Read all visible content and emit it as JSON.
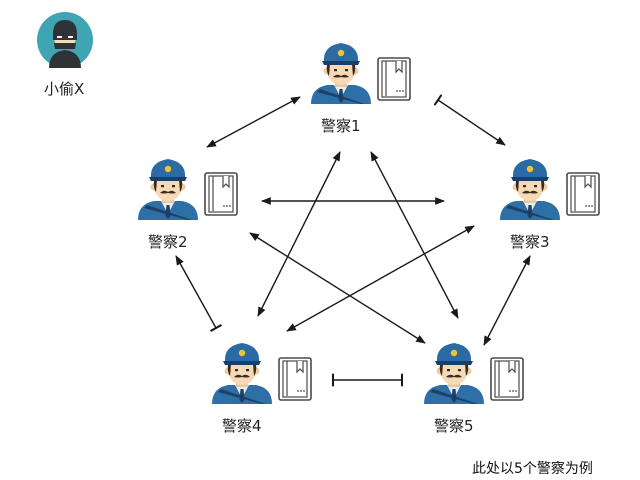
{
  "thief": {
    "label": "小偷X",
    "icon": "thief-icon"
  },
  "police": [
    {
      "id": 1,
      "label": "警察1",
      "icon": "police-officer-icon",
      "book_icon": "ledger-book-icon"
    },
    {
      "id": 2,
      "label": "警察2",
      "icon": "police-officer-icon",
      "book_icon": "ledger-book-icon"
    },
    {
      "id": 3,
      "label": "警察3",
      "icon": "police-officer-icon",
      "book_icon": "ledger-book-icon"
    },
    {
      "id": 4,
      "label": "警察4",
      "icon": "police-officer-icon",
      "book_icon": "ledger-book-icon"
    },
    {
      "id": 5,
      "label": "警察5",
      "icon": "police-officer-icon",
      "book_icon": "ledger-book-icon"
    }
  ],
  "connections": [
    [
      "警察1",
      "警察2"
    ],
    [
      "警察1",
      "警察3"
    ],
    [
      "警察1",
      "警察4"
    ],
    [
      "警察1",
      "警察5"
    ],
    [
      "警察2",
      "警察3"
    ],
    [
      "警察2",
      "警察4"
    ],
    [
      "警察2",
      "警察5"
    ],
    [
      "警察3",
      "警察4"
    ],
    [
      "警察3",
      "警察5"
    ],
    [
      "警察4",
      "警察5"
    ]
  ],
  "note": "此处以5个警察为例",
  "colors": {
    "uniform": "#2e6fa7",
    "cap": "#2b6aa3",
    "skin": "#f6d9b5",
    "badge": "#f2c230",
    "book": "#ffffff",
    "arrow": "#1a1a1a",
    "thief_bg": "#3fa5b3"
  }
}
